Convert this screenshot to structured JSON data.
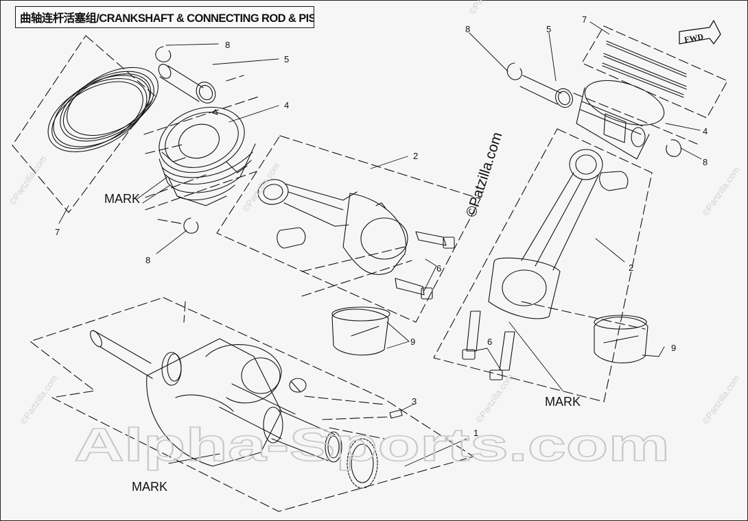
{
  "title": "曲轴连杆活塞组/CRANKSHAFT & CONNECTING ROD & PISTON ASSY",
  "watermark": "Alpha-Sports.com",
  "small_watermark": "©Partzilla.com",
  "patzilla_label": "©Patzilla.com",
  "fwd_label": "FWD",
  "mark_label": "MARK",
  "callouts": {
    "c1": "1",
    "c2a": "2",
    "c2b": "2",
    "c3": "3",
    "c4a": "4",
    "c4b": "4",
    "c5a": "5",
    "c5b": "5",
    "c6a": "6",
    "c6b": "6",
    "c7a": "7",
    "c7b": "7",
    "c8a": "8",
    "c8b": "8",
    "c8c": "8",
    "c8d": "8",
    "c9a": "9",
    "c9b": "9"
  },
  "colors": {
    "line": "#111111",
    "background": "#f6f6f6",
    "watermark": "#c8c8c8"
  }
}
